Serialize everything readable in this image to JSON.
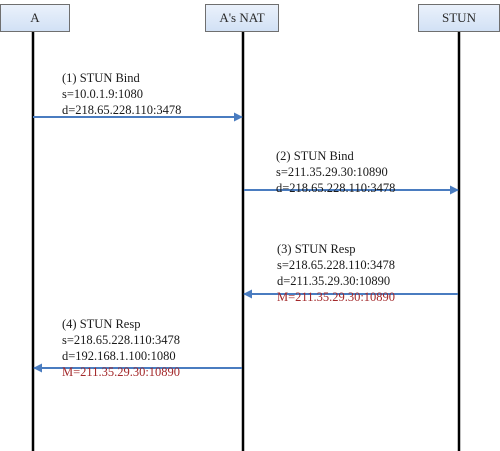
{
  "nodes": [
    {
      "label": "A"
    },
    {
      "label": "A's NAT"
    },
    {
      "label": "STUN"
    }
  ],
  "messages": [
    {
      "title": "(1) STUN Bind",
      "src": "s=10.0.1.9:1080",
      "dst": "d=218.65.228.110:3478",
      "mapped": ""
    },
    {
      "title": "(2) STUN Bind",
      "src": "s=211.35.29.30:10890",
      "dst": "d=218.65.228.110:3478",
      "mapped": ""
    },
    {
      "title": "(3) STUN Resp",
      "src": "s=218.65.228.110:3478",
      "dst": "d=211.35.29.30:10890",
      "mapped": "M=211.35.29.30:10890"
    },
    {
      "title": "(4) STUN Resp",
      "src": "s=218.65.228.110:3478",
      "dst": "d=192.168.1.100:1080",
      "mapped": "M=211.35.29.30:10890"
    }
  ],
  "colors": {
    "lifeline": "#000000",
    "arrow": "#4a7cc0",
    "box_fill_top": "#eaf1fb",
    "box_fill_bottom": "#d2e1f5",
    "box_border": "#6f6f6f",
    "mapped_text": "#a3282a"
  }
}
